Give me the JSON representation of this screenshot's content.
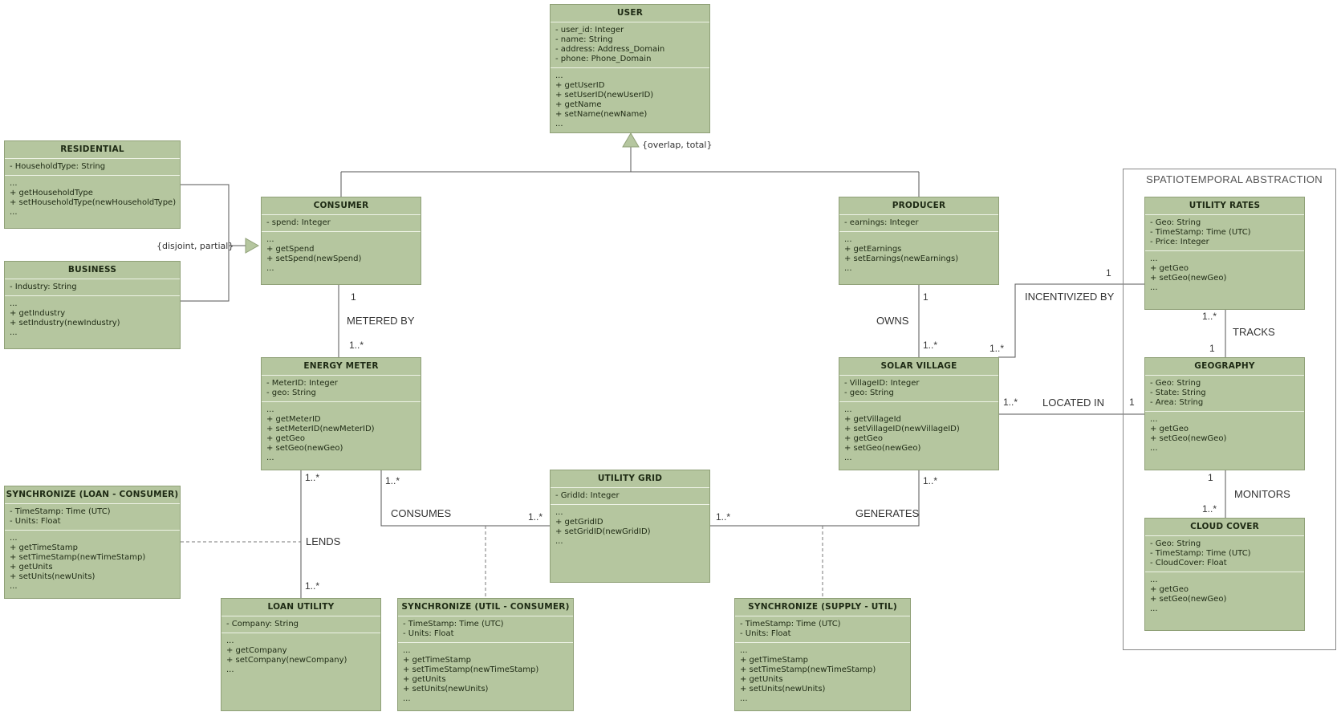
{
  "frame": {
    "title": "SPATIOTEMPORAL ABSTRACTION"
  },
  "classes": {
    "user": {
      "name": "USER",
      "attributes": [
        "- user_id: Integer",
        "- name: String",
        "- address: Address_Domain",
        "- phone: Phone_Domain"
      ],
      "methods": [
        "...",
        "+ getUserID",
        "+ setUserID(newUserID)",
        "+ getName",
        "+ setName(newName)",
        "..."
      ]
    },
    "residential": {
      "name": "RESIDENTIAL",
      "attributes": [
        "- HouseholdType: String"
      ],
      "methods": [
        "...",
        "+ getHouseholdType",
        "+ setHouseholdType(newHouseholdType)",
        "..."
      ]
    },
    "business": {
      "name": "BUSINESS",
      "attributes": [
        "- Industry: String"
      ],
      "methods": [
        "...",
        "+ getIndustry",
        "+ setIndustry(newIndustry)",
        "..."
      ]
    },
    "consumer": {
      "name": "CONSUMER",
      "attributes": [
        "- spend: Integer"
      ],
      "methods": [
        "...",
        "+ getSpend",
        "+ setSpend(newSpend)",
        "..."
      ]
    },
    "producer": {
      "name": "PRODUCER",
      "attributes": [
        "- earnings: Integer"
      ],
      "methods": [
        "...",
        "+ getEarnings",
        "+ setEarnings(newEarnings)",
        "..."
      ]
    },
    "energy_meter": {
      "name": "ENERGY METER",
      "attributes": [
        "- MeterID: Integer",
        "- geo: String"
      ],
      "methods": [
        "...",
        "+ getMeterID",
        "+ setMeterID(newMeterID)",
        "+ getGeo",
        "+ setGeo(newGeo)",
        "..."
      ]
    },
    "solar_village": {
      "name": "SOLAR VILLAGE",
      "attributes": [
        "- VillageID: Integer",
        "- geo: String"
      ],
      "methods": [
        "...",
        "+ getVillageId",
        "+ setVillageID(newVillageID)",
        "+ getGeo",
        "+ setGeo(newGeo)",
        "..."
      ]
    },
    "utility_grid": {
      "name": "UTILITY GRID",
      "attributes": [
        "- GridId: Integer"
      ],
      "methods": [
        "...",
        "+ getGridID",
        "+ setGridID(newGridID)",
        "..."
      ]
    },
    "sync_loan_consumer": {
      "name": "SYNCHRONIZE (LOAN - CONSUMER)",
      "attributes": [
        "- TimeStamp: Time (UTC)",
        "- Units: Float"
      ],
      "methods": [
        "...",
        "+ getTimeStamp",
        "+ setTimeStamp(newTimeStamp)",
        "+ getUnits",
        "+ setUnits(newUnits)",
        "..."
      ]
    },
    "loan_utility": {
      "name": "LOAN UTILITY",
      "attributes": [
        "- Company: String"
      ],
      "methods": [
        "...",
        "+ getCompany",
        "+ setCompany(newCompany)",
        "..."
      ]
    },
    "sync_util_consumer": {
      "name": "SYNCHRONIZE (UTIL - CONSUMER)",
      "attributes": [
        "- TimeStamp: Time (UTC)",
        "- Units: Float"
      ],
      "methods": [
        "...",
        "+ getTimeStamp",
        "+ setTimeStamp(newTimeStamp)",
        "+ getUnits",
        "+ setUnits(newUnits)",
        "..."
      ]
    },
    "sync_supply_util": {
      "name": "SYNCHRONIZE (SUPPLY - UTIL)",
      "attributes": [
        "- TimeStamp: Time (UTC)",
        "- Units: Float"
      ],
      "methods": [
        "...",
        "+ getTimeStamp",
        "+ setTimeStamp(newTimeStamp)",
        "+ getUnits",
        "+ setUnits(newUnits)",
        "..."
      ]
    },
    "utility_rates": {
      "name": "UTILITY RATES",
      "attributes": [
        "- Geo: String",
        "- TimeStamp: Time (UTC)",
        "- Price: Integer"
      ],
      "methods": [
        "...",
        "+ getGeo",
        "+ setGeo(newGeo)",
        "..."
      ]
    },
    "geography": {
      "name": "GEOGRAPHY",
      "attributes": [
        "- Geo: String",
        "- State: String",
        "- Area: String"
      ],
      "methods": [
        "...",
        "+ getGeo",
        "+ setGeo(newGeo)",
        "..."
      ]
    },
    "cloud_cover": {
      "name": "CLOUD COVER",
      "attributes": [
        "- Geo: String",
        "- TimeStamp: Time (UTC)",
        "- CloudCover: Float"
      ],
      "methods": [
        "...",
        "+ getGeo",
        "+ setGeo(newGeo)",
        "..."
      ]
    }
  },
  "constraints": {
    "user_generalization": "{overlap, total}",
    "consumer_generalization": "{disjoint, partial}"
  },
  "associations": {
    "metered_by": {
      "label": "METERED BY",
      "mult_a": "1",
      "mult_b": "1..*"
    },
    "owns": {
      "label": "OWNS",
      "mult_a": "1",
      "mult_b": "1..*"
    },
    "incentivized_by": {
      "label": "INCENTIVIZED BY",
      "mult_a": "1..*",
      "mult_b": "1"
    },
    "located_in": {
      "label": "LOCATED IN",
      "mult_a": "1..*",
      "mult_b": "1"
    },
    "tracks": {
      "label": "TRACKS",
      "mult_a": "1..*",
      "mult_b": "1"
    },
    "monitors": {
      "label": "MONITORS",
      "mult_a": "1",
      "mult_b": "1..*"
    },
    "consumes": {
      "label": "CONSUMES",
      "mult_a": "1..*",
      "mult_b": "1..*"
    },
    "generates": {
      "label": "GENERATES",
      "mult_a": "1..*",
      "mult_b": "1..*"
    },
    "lends": {
      "label": "LENDS",
      "mult_a": "1..*",
      "mult_b": "1..*"
    }
  }
}
